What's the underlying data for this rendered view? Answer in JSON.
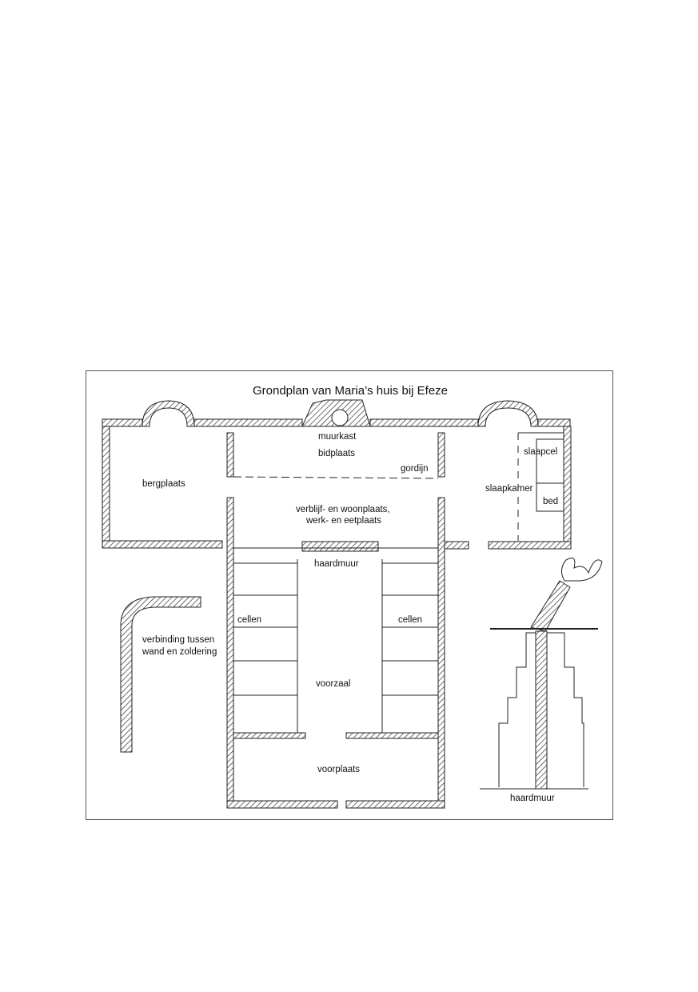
{
  "title": "Grondplan van Maria’s huis bij Efeze",
  "labels": {
    "muurkast": "muurkast",
    "bidplaats": "bidplaats",
    "gordijn": "gordijn",
    "bergplaats": "bergplaats",
    "verblijf_line1": "verblijf- en woonplaats,",
    "verblijf_line2": "werk- en eetplaats",
    "slaapcel": "slaapcel",
    "slaapkamer": "slaapkamer",
    "bed": "bed",
    "haardmuur_plan": "haardmuur",
    "cellen_left": "cellen",
    "cellen_right": "cellen",
    "voorzaal": "voorzaal",
    "voorplaats": "voorplaats",
    "verbinding_line1": "verbinding tussen",
    "verbinding_line2": "wand en zoldering",
    "haardmuur_section": "haardmuur"
  }
}
